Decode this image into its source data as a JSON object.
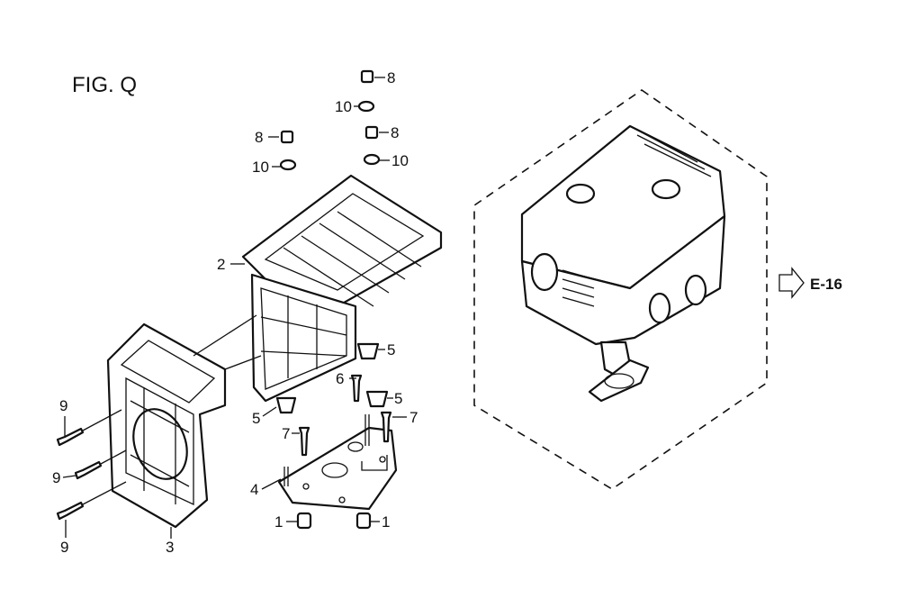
{
  "figure": {
    "title": "FIG. Q",
    "reference": "E-16"
  },
  "callouts": [
    {
      "id": "c-8a",
      "text": "8"
    },
    {
      "id": "c-10a",
      "text": "10"
    },
    {
      "id": "c-8b",
      "text": "8"
    },
    {
      "id": "c-8c",
      "text": "8"
    },
    {
      "id": "c-10b",
      "text": "10"
    },
    {
      "id": "c-10c",
      "text": "10"
    },
    {
      "id": "c-2",
      "text": "2"
    },
    {
      "id": "c-5a",
      "text": "5"
    },
    {
      "id": "c-6",
      "text": "6"
    },
    {
      "id": "c-5b",
      "text": "5"
    },
    {
      "id": "c-5c",
      "text": "5"
    },
    {
      "id": "c-7a",
      "text": "7"
    },
    {
      "id": "c-7b",
      "text": "7"
    },
    {
      "id": "c-4",
      "text": "4"
    },
    {
      "id": "c-1a",
      "text": "1"
    },
    {
      "id": "c-1b",
      "text": "1"
    },
    {
      "id": "c-9a",
      "text": "9"
    },
    {
      "id": "c-9b",
      "text": "9"
    },
    {
      "id": "c-9c",
      "text": "9"
    },
    {
      "id": "c-3",
      "text": "3"
    }
  ]
}
